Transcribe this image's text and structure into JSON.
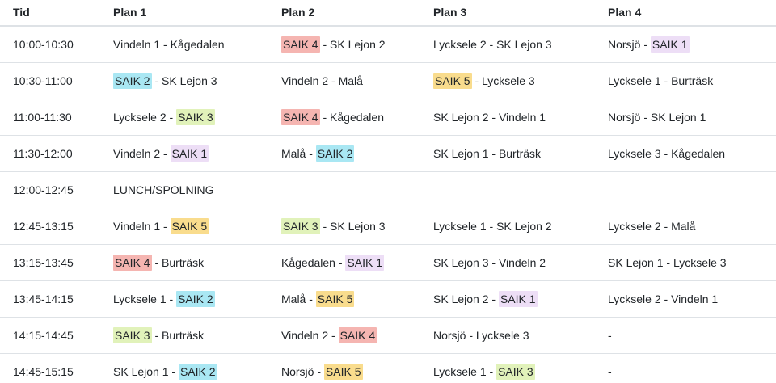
{
  "table": {
    "columns": [
      "Tid",
      "Plan 1",
      "Plan 2",
      "Plan 3",
      "Plan 4"
    ],
    "rows": [
      {
        "time": "10:00-10:30",
        "cells": [
          [
            {
              "t": "Vindeln 1 - Kågedalen"
            }
          ],
          [
            {
              "t": "SAIK 4",
              "h": "saik4"
            },
            {
              "t": " - SK Lejon 2"
            }
          ],
          [
            {
              "t": "Lycksele 2 - SK Lejon 3"
            }
          ],
          [
            {
              "t": "Norsjö - "
            },
            {
              "t": "SAIK 1",
              "h": "saik1"
            }
          ]
        ]
      },
      {
        "time": "10:30-11:00",
        "cells": [
          [
            {
              "t": "SAIK 2",
              "h": "saik2"
            },
            {
              "t": " - SK Lejon 3"
            }
          ],
          [
            {
              "t": "Vindeln 2 - Malå"
            }
          ],
          [
            {
              "t": "SAIK 5",
              "h": "saik5"
            },
            {
              "t": " - Lycksele 3"
            }
          ],
          [
            {
              "t": "Lycksele 1 - Burträsk"
            }
          ]
        ]
      },
      {
        "time": "11:00-11:30",
        "cells": [
          [
            {
              "t": "Lycksele 2 - "
            },
            {
              "t": "SAIK 3",
              "h": "saik3"
            }
          ],
          [
            {
              "t": "SAIK 4",
              "h": "saik4"
            },
            {
              "t": " - Kågedalen"
            }
          ],
          [
            {
              "t": "SK Lejon 2 - Vindeln 1"
            }
          ],
          [
            {
              "t": "Norsjö - SK Lejon 1"
            }
          ]
        ]
      },
      {
        "time": "11:30-12:00",
        "cells": [
          [
            {
              "t": "Vindeln 2 - "
            },
            {
              "t": "SAIK 1",
              "h": "saik1"
            }
          ],
          [
            {
              "t": "Malå - "
            },
            {
              "t": "SAIK 2",
              "h": "saik2"
            }
          ],
          [
            {
              "t": "SK Lejon 1 - Burträsk"
            }
          ],
          [
            {
              "t": "Lycksele 3 - Kågedalen"
            }
          ]
        ]
      },
      {
        "time": "12:00-12:45",
        "cells": [
          [
            {
              "t": "LUNCH/SPOLNING"
            }
          ],
          [],
          [],
          []
        ]
      },
      {
        "time": "12:45-13:15",
        "cells": [
          [
            {
              "t": "Vindeln 1 - "
            },
            {
              "t": "SAIK 5",
              "h": "saik5"
            }
          ],
          [
            {
              "t": "SAIK 3",
              "h": "saik3"
            },
            {
              "t": " - SK Lejon 3"
            }
          ],
          [
            {
              "t": "Lycksele 1 - SK Lejon 2"
            }
          ],
          [
            {
              "t": "Lycksele 2 - Malå"
            }
          ]
        ]
      },
      {
        "time": "13:15-13:45",
        "cells": [
          [
            {
              "t": "SAIK 4",
              "h": "saik4"
            },
            {
              "t": " - Burträsk"
            }
          ],
          [
            {
              "t": "Kågedalen - "
            },
            {
              "t": "SAIK 1",
              "h": "saik1"
            }
          ],
          [
            {
              "t": "SK Lejon 3 - Vindeln 2"
            }
          ],
          [
            {
              "t": "SK Lejon 1 - Lycksele 3"
            }
          ]
        ]
      },
      {
        "time": "13:45-14:15",
        "cells": [
          [
            {
              "t": "Lycksele 1 - "
            },
            {
              "t": "SAIK 2",
              "h": "saik2"
            }
          ],
          [
            {
              "t": "Malå - "
            },
            {
              "t": "SAIK 5",
              "h": "saik5"
            }
          ],
          [
            {
              "t": "SK Lejon 2 - "
            },
            {
              "t": "SAIK 1",
              "h": "saik1"
            }
          ],
          [
            {
              "t": "Lycksele 2 - Vindeln 1"
            }
          ]
        ]
      },
      {
        "time": "14:15-14:45",
        "cells": [
          [
            {
              "t": "SAIK 3",
              "h": "saik3"
            },
            {
              "t": " - Burträsk"
            }
          ],
          [
            {
              "t": "Vindeln 2 - "
            },
            {
              "t": "SAIK 4",
              "h": "saik4"
            }
          ],
          [
            {
              "t": "Norsjö - Lycksele 3"
            }
          ],
          [
            {
              "t": "-"
            }
          ]
        ]
      },
      {
        "time": "14:45-15:15",
        "cells": [
          [
            {
              "t": "SK Lejon 1 - "
            },
            {
              "t": "SAIK 2",
              "h": "saik2"
            }
          ],
          [
            {
              "t": "Norsjö - "
            },
            {
              "t": "SAIK 5",
              "h": "saik5"
            }
          ],
          [
            {
              "t": "Lycksele 1 - "
            },
            {
              "t": "SAIK 3",
              "h": "saik3"
            }
          ],
          [
            {
              "t": "-"
            }
          ]
        ]
      }
    ]
  },
  "colors": {
    "saik1": "#eddef6",
    "saik2": "#a9e7f3",
    "saik3": "#e1f2ba",
    "saik4": "#f5b5b1",
    "saik5": "#f9dc8d",
    "row_border": "#dee2e6",
    "text": "#212529"
  }
}
